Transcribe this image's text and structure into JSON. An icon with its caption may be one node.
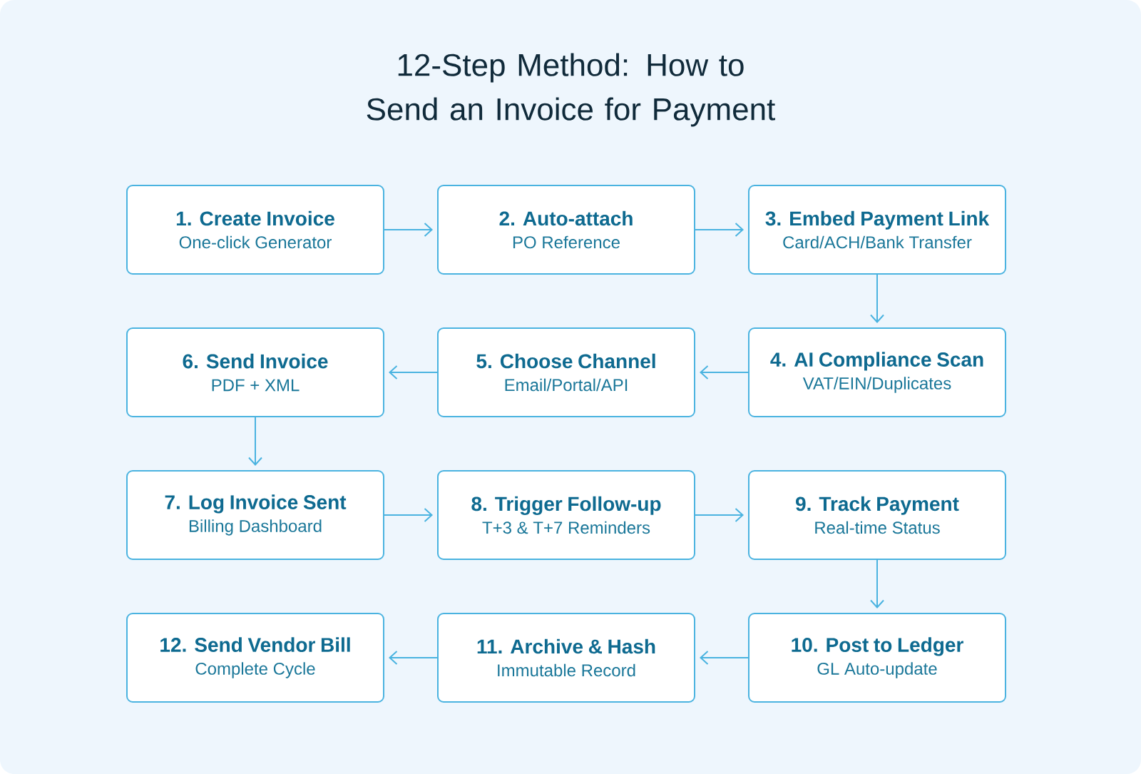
{
  "diagram": {
    "title": "12-Step Method: How to Send an Invoice for Payment",
    "nodes": [
      {
        "text": [
          "1. Create Invoice",
          "One-click Generator"
        ]
      },
      {
        "text": [
          "2. Auto-attach",
          "PO Reference"
        ]
      },
      {
        "text": [
          "3. Embed Payment Link",
          "Card/ACH/Bank Transfer"
        ]
      },
      {
        "text": [
          "4. AI Compliance Scan",
          "VAT/EIN/Duplicates"
        ]
      },
      {
        "text": [
          "5. Choose Channel",
          "Email/Portal/API"
        ]
      },
      {
        "text": [
          "6. Send Invoice",
          "PDF + XML"
        ]
      },
      {
        "text": [
          "7. Log Invoice Sent",
          "Billing Dashboard"
        ]
      },
      {
        "text": [
          "8. Trigger Follow-up",
          "T+3 & T+7 Reminders"
        ]
      },
      {
        "text": [
          "9. Track Payment",
          "Real-time Status"
        ]
      },
      {
        "text": [
          "10. Post to Ledger",
          "GL Auto-update"
        ]
      },
      {
        "text": [
          "11. Archive & Hash",
          "Immutable Record"
        ]
      },
      {
        "text": [
          "12. Send Vendor Bill",
          "Complete Cycle"
        ]
      }
    ],
    "edges": [
      {
        "from": 0,
        "to": 1,
        "arrow": "to"
      },
      {
        "from": 1,
        "to": 2,
        "arrow": "to"
      },
      {
        "from": 2,
        "to": 3,
        "arrow": "to"
      },
      {
        "from": 3,
        "to": 4,
        "arrow": "to"
      },
      {
        "from": 4,
        "to": 5,
        "arrow": "to"
      },
      {
        "from": 5,
        "to": 6,
        "arrow": "to"
      },
      {
        "from": 6,
        "to": 7,
        "arrow": "to"
      },
      {
        "from": 7,
        "to": 8,
        "arrow": "to"
      },
      {
        "from": 8,
        "to": 9,
        "arrow": "to"
      },
      {
        "from": 9,
        "to": 10,
        "arrow": "to"
      },
      {
        "from": 10,
        "to": 11,
        "arrow": "to"
      }
    ]
  }
}
